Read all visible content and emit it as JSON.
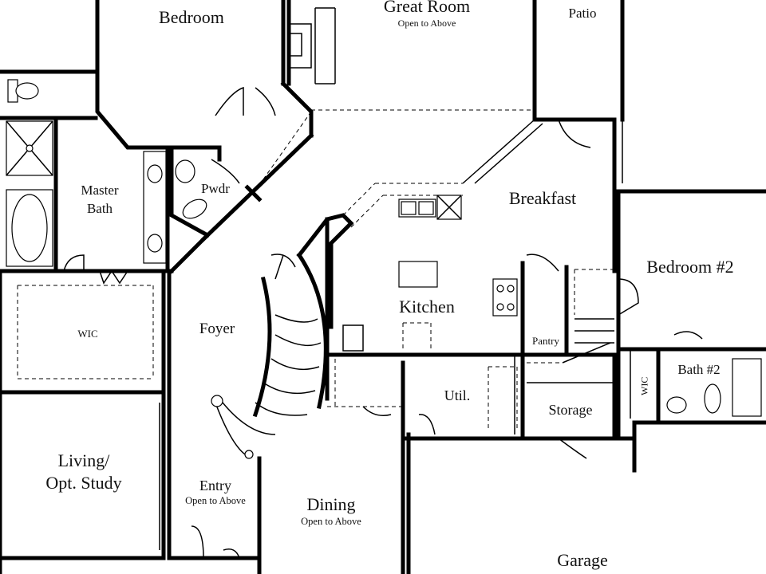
{
  "rooms": {
    "master_bedroom": "Bedroom",
    "great_room": "Great Room",
    "great_room_note": "Open to Above",
    "covered_patio": "Patio",
    "master_bath_line1": "Master",
    "master_bath_line2": "Bath",
    "powder": "Pwdr",
    "breakfast": "Breakfast",
    "bedroom2": "Bedroom #2",
    "wic_master": "WIC",
    "foyer": "Foyer",
    "kitchen": "Kitchen",
    "pantry": "Pantry",
    "bath2": "Bath #2",
    "wic_bath2": "WIC",
    "utility": "Util.",
    "storage": "Storage",
    "living_line1": "Living/",
    "living_line2": "Opt. Study",
    "entry": "Entry",
    "entry_note": "Open to Above",
    "dining": "Dining",
    "dining_note": "Open to Above",
    "garage": "Garage"
  }
}
